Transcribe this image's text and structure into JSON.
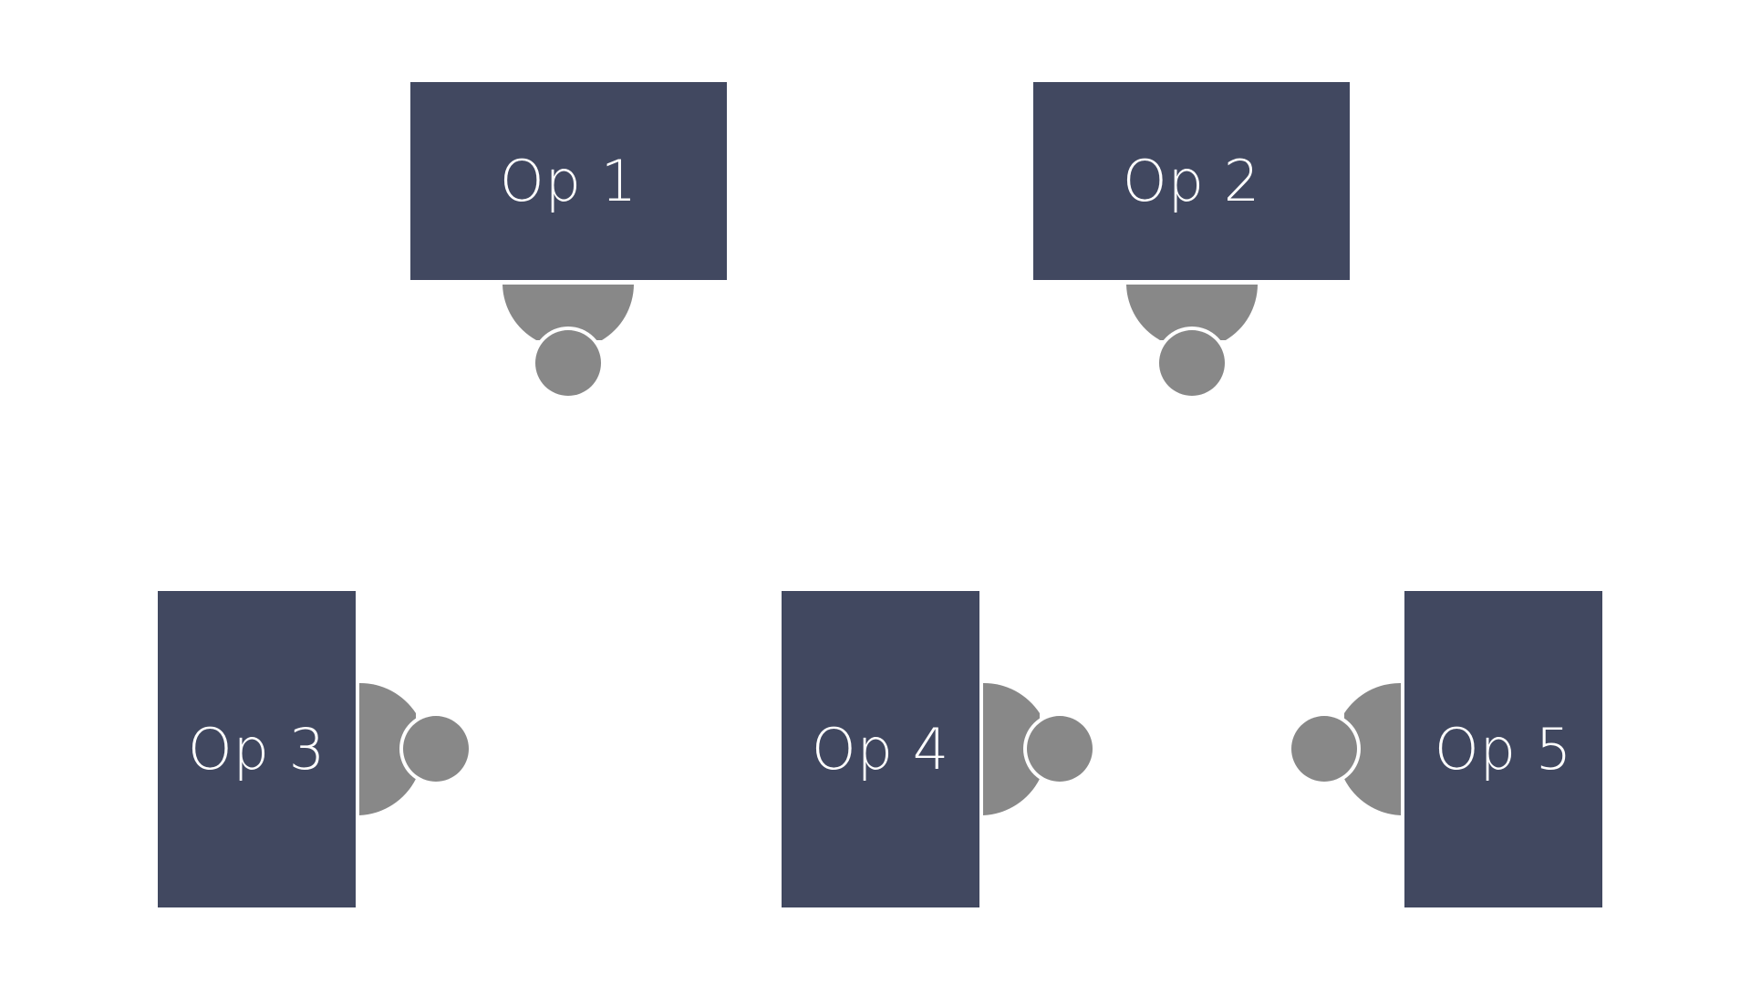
{
  "diagram": {
    "stations": [
      {
        "id": "op1",
        "label": "Op 1",
        "chair_facing": "down"
      },
      {
        "id": "op2",
        "label": "Op 2",
        "chair_facing": "down"
      },
      {
        "id": "op3",
        "label": "Op 3",
        "chair_facing": "right"
      },
      {
        "id": "op4",
        "label": "Op 4",
        "chair_facing": "right"
      },
      {
        "id": "op5",
        "label": "Op 5",
        "chair_facing": "left"
      }
    ]
  },
  "colors": {
    "desk": "#414860",
    "chair": "#888888",
    "label": "#ffffff",
    "background": "#ffffff"
  }
}
